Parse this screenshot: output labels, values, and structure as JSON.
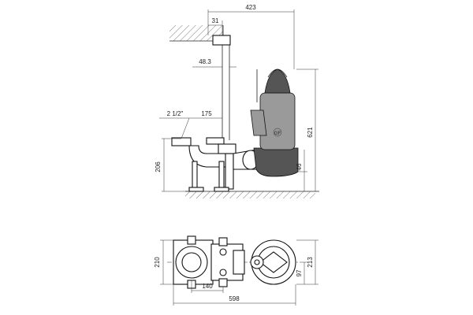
{
  "colors": {
    "line": "#222222",
    "pump_body": "#555555",
    "pump_motor": "#8c8c8c",
    "hatch": "#444444"
  },
  "side_view": {
    "dim_overall_width": "423",
    "dim_pipe_offset": "31",
    "dim_pipe_diameter": "48.3",
    "dim_thread": "2 1/2\"",
    "dim_coupling_to_pipe": "175",
    "dim_total_height": "621",
    "dim_base_height": "206",
    "dim_inlet_height": "46",
    "logo_text": "GF"
  },
  "top_view": {
    "dim_total_length": "598",
    "dim_bolt_spacing": "140",
    "dim_left_width": "210",
    "dim_right_width": "213",
    "dim_pump_half": "97"
  }
}
